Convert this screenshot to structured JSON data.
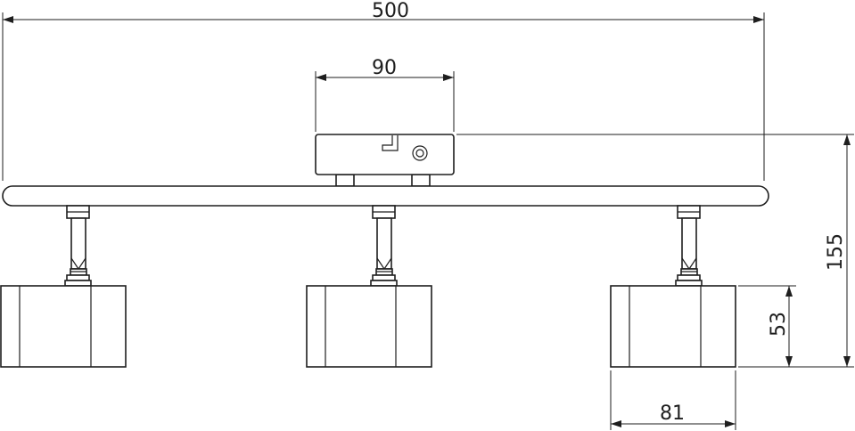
{
  "dimensions": {
    "overall_width": "500",
    "box_width": "90",
    "overall_height": "155",
    "head_height": "53",
    "head_width": "81"
  }
}
